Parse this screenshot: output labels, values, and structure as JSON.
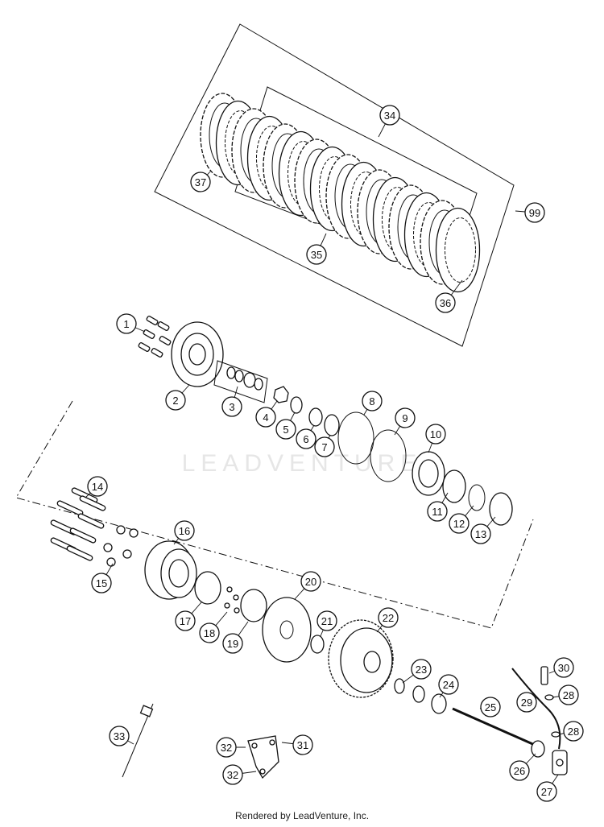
{
  "watermark": "LEADVENTURE",
  "footer": "Rendered by LeadVenture, Inc.",
  "callouts": [
    "1",
    "2",
    "3",
    "4",
    "5",
    "6",
    "7",
    "8",
    "9",
    "10",
    "11",
    "12",
    "13",
    "14",
    "15",
    "16",
    "17",
    "18",
    "19",
    "20",
    "21",
    "22",
    "23",
    "24",
    "25",
    "26",
    "27",
    "28",
    "28",
    "29",
    "30",
    "31",
    "32",
    "32",
    "33",
    "34",
    "35",
    "36",
    "37",
    "99"
  ]
}
